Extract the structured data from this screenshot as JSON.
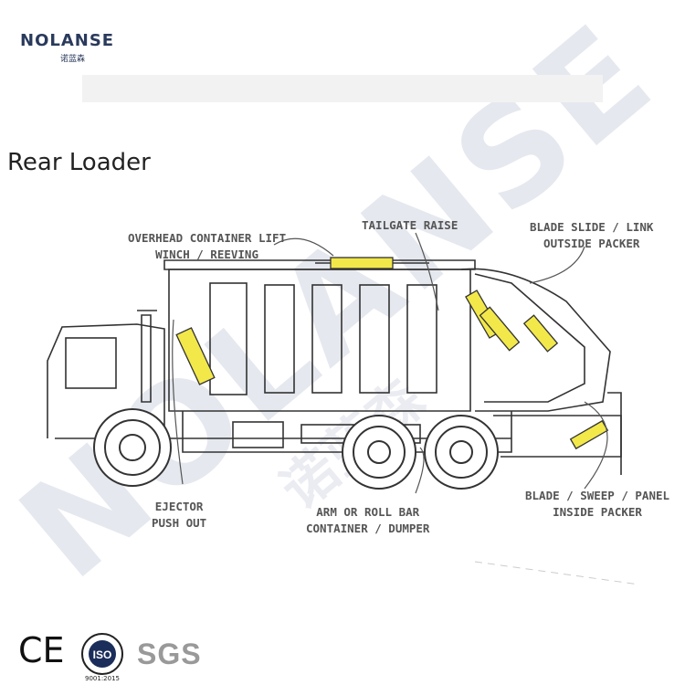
{
  "brand": {
    "logo_text": "NOLANSE",
    "logo_subtext": "诺蓝森",
    "watermark_text": "NOLANSE",
    "watermark_subtext": "诺蓝森"
  },
  "title": "Rear Loader",
  "callouts": {
    "overhead": [
      "OVERHEAD CONTAINER LIFT",
      "WINCH / REEVING"
    ],
    "tailgate": [
      "TAILGATE RAISE"
    ],
    "blade_slide": [
      "BLADE SLIDE / LINK",
      "OUTSIDE PACKER"
    ],
    "ejector": [
      "EJECTOR",
      "PUSH OUT"
    ],
    "arm": [
      "ARM OR ROLL BAR",
      "CONTAINER / DUMPER"
    ],
    "blade_sweep": [
      "BLADE / SWEEP / PANEL",
      "INSIDE PACKER"
    ]
  },
  "certifications": {
    "ce": "CE",
    "iso": "ISO",
    "iso_number": "9001:2015",
    "sgs": "SGS"
  },
  "colors": {
    "cylinder": "#f2e84a",
    "line": "#333333",
    "watermark": "#dfe3ec",
    "watermark_accent": "#f4c9a4"
  }
}
